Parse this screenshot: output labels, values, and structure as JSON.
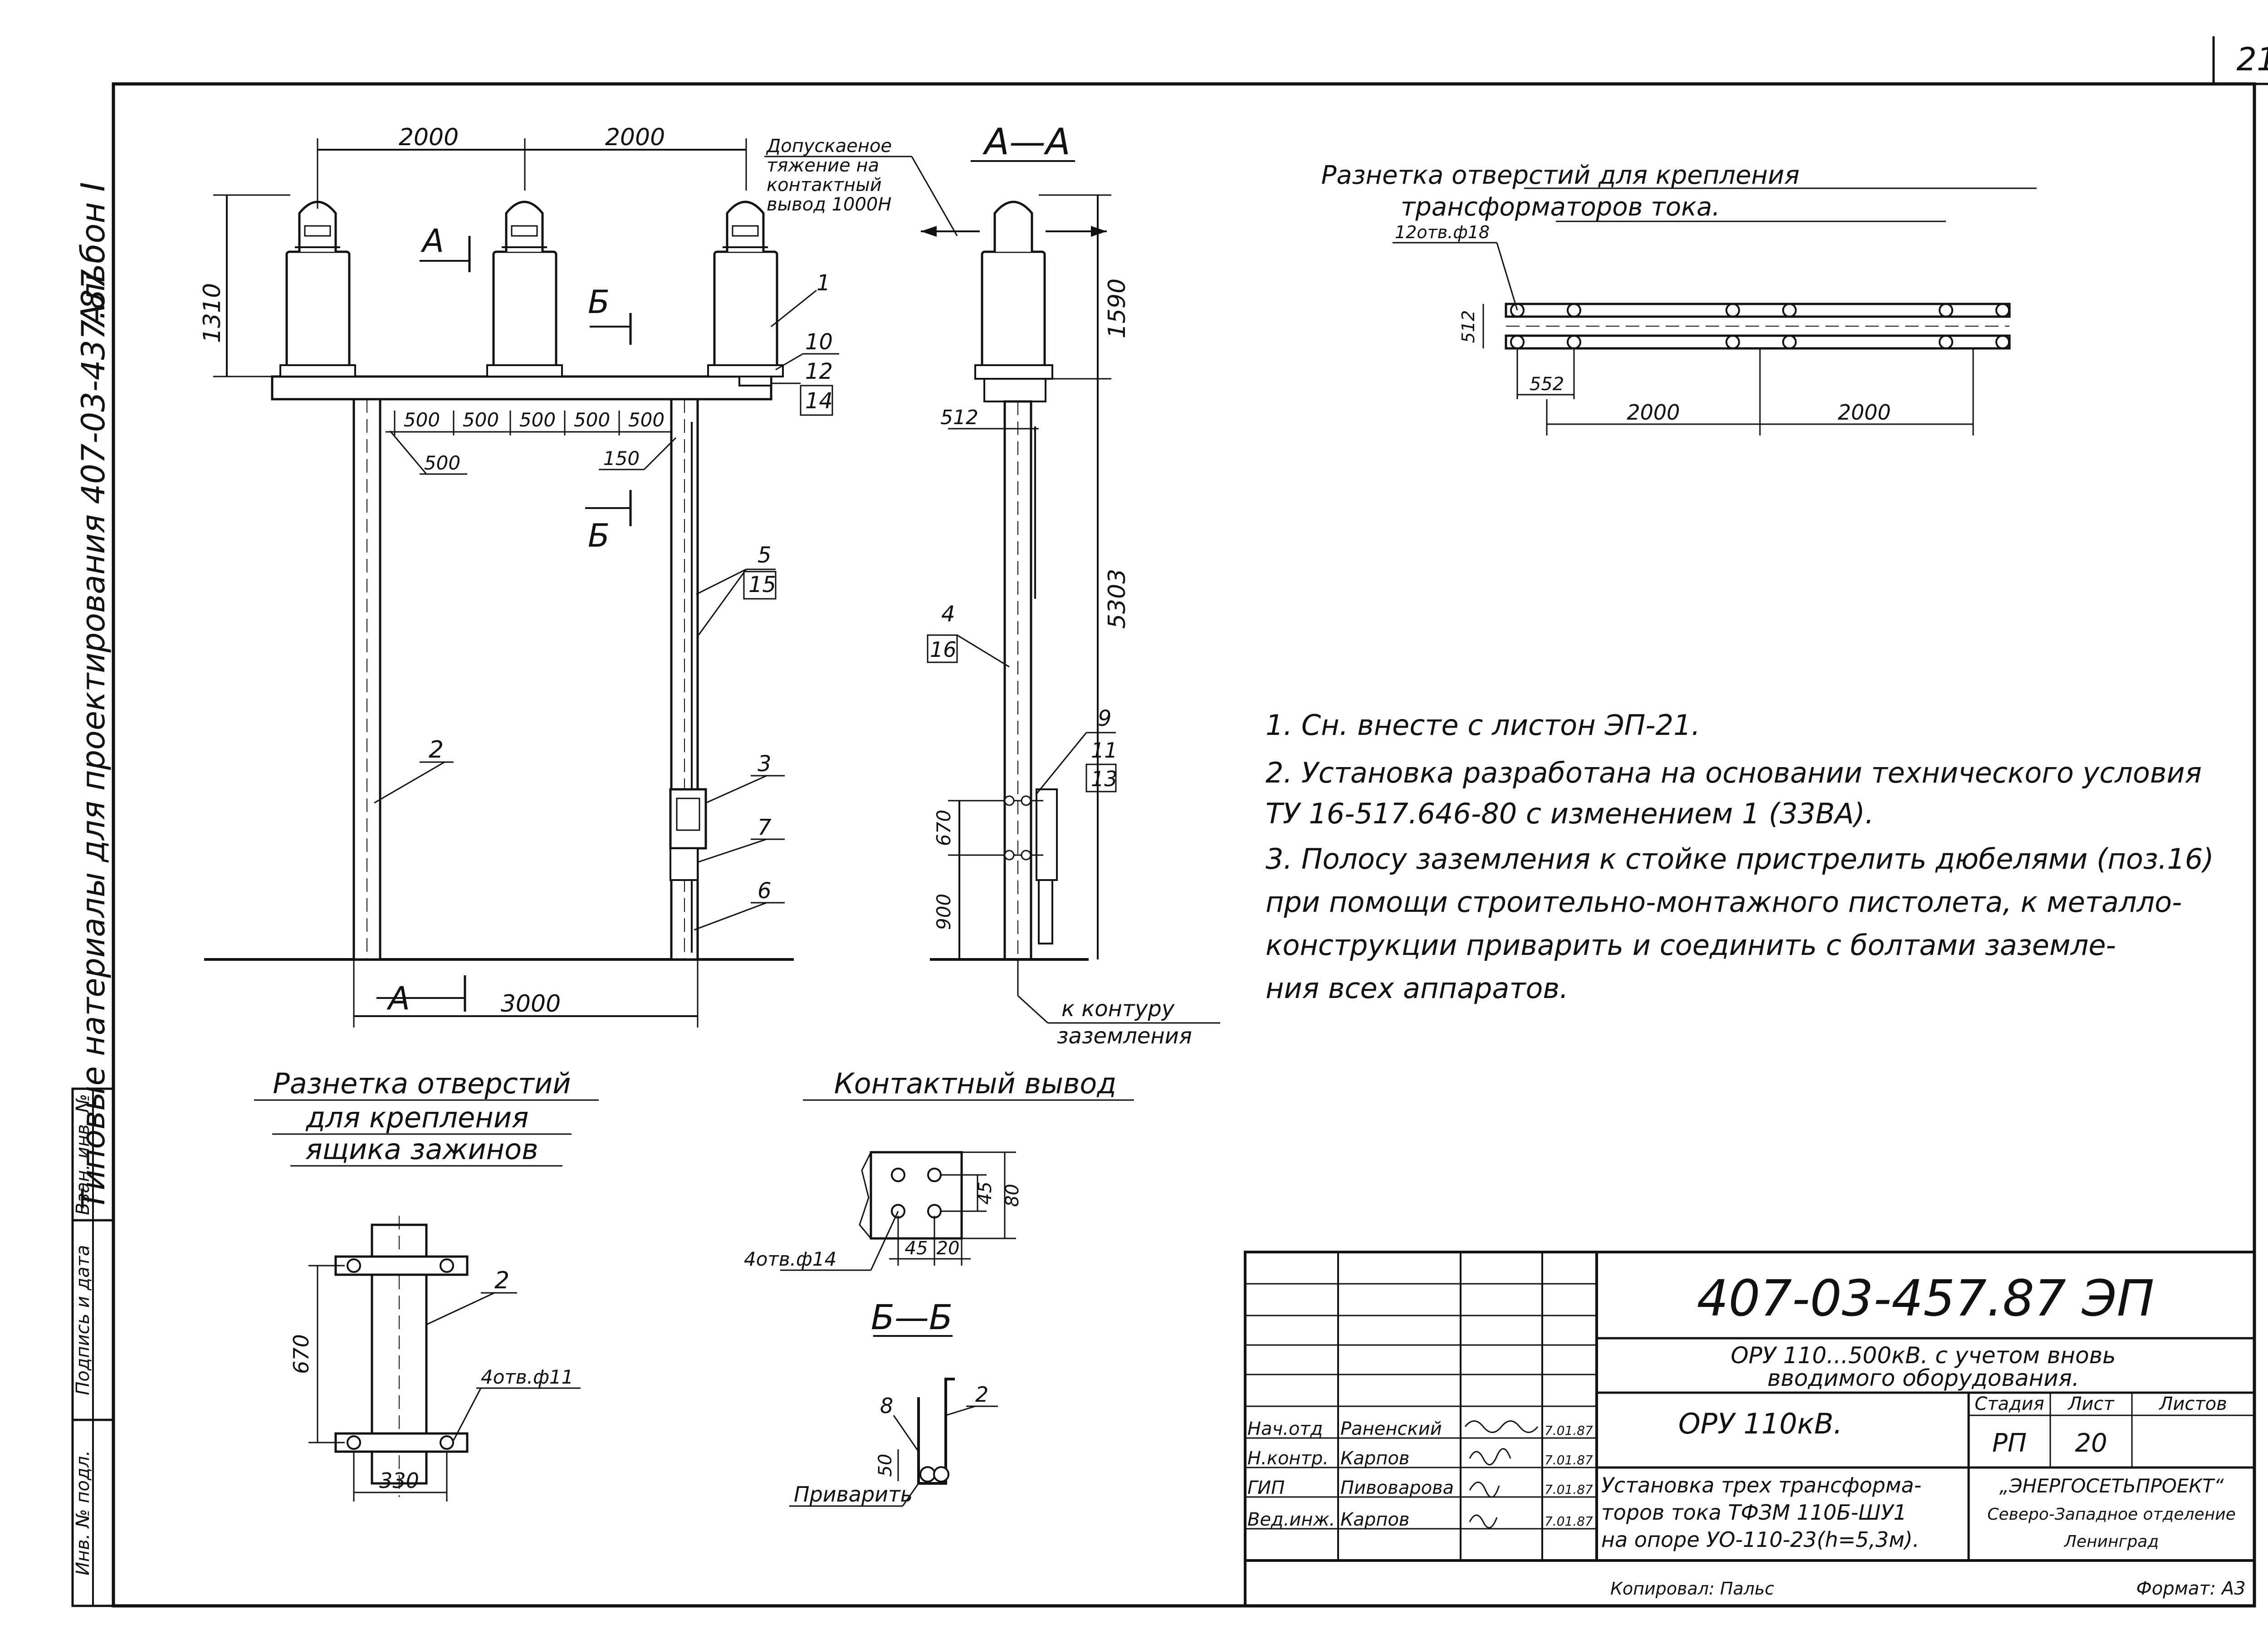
{
  "sheet": {
    "page_number": "21",
    "album": "Альбон I",
    "side_title": "Типовые натериалы для проектирования 407-03-437.87",
    "side_stamp_cells": [
      "Инв. № подл.",
      "Подпись и дата",
      "Взан. инв. №"
    ]
  },
  "main_view": {
    "dims_top": [
      "2000",
      "2000"
    ],
    "height_dim": "1310",
    "beam_dims": [
      "500",
      "500",
      "500",
      "500",
      "500"
    ],
    "dim_500_below": "500",
    "dim_150": "150",
    "dim_bottom": "3000",
    "section_a_label": "А",
    "section_b_label": "Б",
    "tension_note": [
      "Допускаеное",
      "тяжение на",
      "контактный",
      "вывод 1000Н"
    ],
    "callouts": {
      "c1": "1",
      "c10": "10",
      "c12": "12",
      "c14": "14",
      "c5": "5",
      "c15": "15",
      "c2": "2",
      "c3": "3",
      "c7": "7",
      "c6": "6"
    }
  },
  "section_aa": {
    "title": "А—А",
    "dim_1590": "1590",
    "dim_512": "512",
    "dim_5303": "5303",
    "dim_670": "670",
    "dim_900": "900",
    "callouts": {
      "c4": "4",
      "c16": "16",
      "c9": "9",
      "c11": "11",
      "c13": "13"
    },
    "ground_note": [
      "к контуру",
      "заземления"
    ]
  },
  "marking_ct": {
    "title": [
      "Разнетка отверстий для крепления",
      "трансформаторов тока."
    ],
    "holes": "12отв.ф18",
    "dim_512": "512",
    "dim_552": "552",
    "dims": [
      "2000",
      "2000"
    ]
  },
  "notes": [
    "1.  Сн. внесте с листон ЭП-21.",
    "2.  Установка разработана на основании технического условия",
    "     ТУ 16-517.646-80  с изменением 1 (33ВА).",
    "3.  Полосу заземления к стойке пристрелить  дюбелями (поз.16)",
    "     при помощи строительно-монтажного пистолета, к металло-",
    "     конструкции приварить и соединить с болтами заземле-",
    "     ния всех  аппаратов."
  ],
  "marking_box": {
    "title": [
      "Разнетка отверстий",
      "для  крепления",
      "ящика зажинов"
    ],
    "dim_670": "670",
    "dim_330": "330",
    "callout_2": "2",
    "holes": "4отв.ф11"
  },
  "contact_terminal": {
    "title": "Контактный вывод",
    "dims": [
      "45",
      "80",
      "45",
      "20"
    ],
    "holes": "4отв.ф14"
  },
  "section_bb": {
    "title": "Б—Б",
    "callout_8": "8",
    "callout_2": "2",
    "dim_50": "50",
    "weld_note": "Приварить"
  },
  "title_block": {
    "doc_code": "407-03-457.87   ЭП",
    "project": [
      "ОРУ 110...500кВ. с учетом  вновь",
      "вводимого  оборудования."
    ],
    "object": "ОРУ 110кВ.",
    "stage_head": "Стадия",
    "sheet_head": "Лист",
    "sheets_head": "Листов",
    "stage": "РП",
    "sheet": "20",
    "sheets": "",
    "drawing_title": [
      "Установка трех трансформа-",
      "торов тока  ТФЗМ 110Б-ШУ1",
      "на опоре УО-110-23(h=5,3м)."
    ],
    "org": [
      "„ЭНЕРГОСЕТЬПРОЕКТ“",
      "Северо-Западное отделение",
      "Ленинград"
    ],
    "people": [
      {
        "role": "Нач.отд",
        "name": "Раненский",
        "date": "7.01.87"
      },
      {
        "role": "Н.контр.",
        "name": "Карпов",
        "date": "7.01.87"
      },
      {
        "role": "ГИП",
        "name": "Пивоварова",
        "date": "7.01.87"
      },
      {
        "role": "Вед.инж.",
        "name": "Карпов",
        "date": "7.01.87"
      }
    ],
    "copied": "Копировал: Пальс",
    "format": "Формат: А3"
  }
}
